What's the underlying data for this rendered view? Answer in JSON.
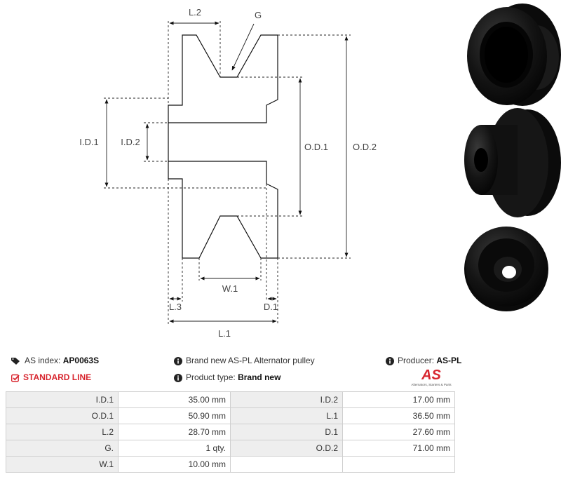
{
  "drawing_labels": {
    "l2": "L.2",
    "g": "G",
    "id1": "I.D.1",
    "id2": "I.D.2",
    "od1": "O.D.1",
    "od2": "O.D.2",
    "w1": "W.1",
    "l3": "L.3",
    "d1": "D.1",
    "l1": "L.1"
  },
  "info": {
    "as_index_label": "AS index:",
    "as_index_value": "AP0063S",
    "line_label": "STANDARD LINE",
    "description": "Brand new AS-PL Alternator pulley",
    "product_type_label": "Product type:",
    "product_type_value": "Brand new",
    "producer_label": "Producer:",
    "producer_value": "AS-PL"
  },
  "logo": {
    "mark": "AS",
    "tagline": "Alternators, Starters & Parts",
    "color": "#d8262f"
  },
  "specs": [
    {
      "l1": "I.D.1",
      "v1": "35.00 mm",
      "l2": "I.D.2",
      "v2": "17.00 mm"
    },
    {
      "l1": "O.D.1",
      "v1": "50.90 mm",
      "l2": "L.1",
      "v2": "36.50 mm"
    },
    {
      "l1": "L.2",
      "v1": "28.70 mm",
      "l2": "D.1",
      "v2": "27.60 mm"
    },
    {
      "l1": "G.",
      "v1": "1 qty.",
      "l2": "O.D.2",
      "v2": "71.00 mm"
    },
    {
      "l1": "W.1",
      "v1": "10.00 mm",
      "l2": "",
      "v2": ""
    }
  ]
}
